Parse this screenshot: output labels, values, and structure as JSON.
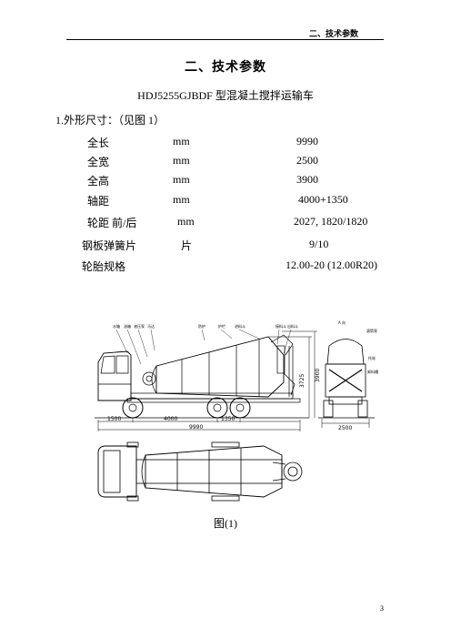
{
  "header": {
    "section_label": "二、技术参数"
  },
  "title": "二、技术参数",
  "model_line": "HDJ5255GJBDF 型混凝土搅拌运输车",
  "section_heading": "1.外形尺寸：（见图 1）",
  "specs": [
    {
      "name": "全长",
      "unit": "mm",
      "value": "9990"
    },
    {
      "name": "全宽",
      "unit": "mm",
      "value": "2500"
    },
    {
      "name": "全高",
      "unit": "mm",
      "value": "3900"
    },
    {
      "name": "轴距",
      "unit": "mm",
      "value": "4000+1350"
    },
    {
      "name": "轮距 前/后",
      "unit": "mm",
      "value": "2027, 1820/1820"
    },
    {
      "name": "钢板弹簧片",
      "unit": "片",
      "value": "9/10"
    },
    {
      "name": "轮胎规格",
      "unit": "",
      "value": "12.00-20 (12.00R20)"
    }
  ],
  "drawing": {
    "labels_top": [
      "水箱",
      "油箱",
      "液压泵",
      "马达",
      "防护",
      "护栏",
      "进料斗",
      "接料斗",
      "出料斗"
    ],
    "side_dims": [
      "1500",
      "4000",
      "1350"
    ],
    "total_length": "9990",
    "heights": [
      "3725",
      "3900"
    ],
    "rear_labels": [
      "A 向",
      "滚筒泵",
      "托轮",
      "卸料槽"
    ],
    "rear_width": "2500"
  },
  "figure_caption": "图(1)",
  "page_number": "3"
}
